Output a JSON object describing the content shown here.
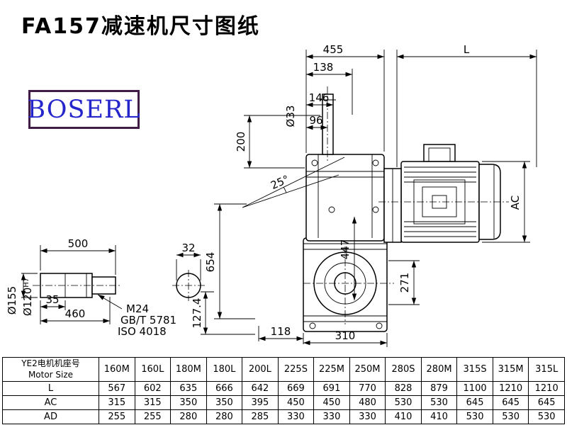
{
  "page": {
    "title": "FA157减速机尺寸图纸"
  },
  "logo": {
    "text": "BOSERL"
  },
  "colors": {
    "line": "#000000",
    "logo_text": "#2525cc",
    "logo_border": "#401c46"
  },
  "drawing": {
    "dims": {
      "dim_455": "455",
      "dim_L": "L",
      "dim_138": "138",
      "dim_146": "146",
      "dim_96": "96",
      "dim_d33": "Ø33",
      "dim_200": "200",
      "dim_25deg": "25°",
      "dim_654": "654",
      "dim_447": "447",
      "dim_AC": "AC",
      "dim_271": "271",
      "dim_118": "118",
      "dim_310": "310",
      "dim_127_4": "127.4",
      "dim_500": "500",
      "dim_32": "32",
      "dim_35": "35",
      "dim_460": "460",
      "dim_d155": "Ø155",
      "dim_d120": "Ø120",
      "dim_d120_tol": "H7",
      "thread_m24": "M24",
      "std_gb": "GB/T 5781",
      "std_iso": "ISO 4018"
    }
  },
  "table": {
    "header": {
      "line1": "YE2电机机座号",
      "line2": "Motor Size"
    },
    "columns": [
      "160M",
      "160L",
      "180M",
      "180L",
      "200L",
      "225S",
      "225M",
      "250M",
      "280S",
      "280M",
      "315S",
      "315M",
      "315L"
    ],
    "rows": [
      {
        "label": "L",
        "values": [
          "567",
          "602",
          "635",
          "666",
          "642",
          "669",
          "691",
          "770",
          "828",
          "879",
          "1100",
          "1210",
          "1210"
        ]
      },
      {
        "label": "AC",
        "values": [
          "315",
          "315",
          "350",
          "350",
          "395",
          "450",
          "450",
          "480",
          "530",
          "530",
          "645",
          "645",
          "645"
        ]
      },
      {
        "label": "AD",
        "values": [
          "255",
          "255",
          "280",
          "280",
          "285",
          "330",
          "330",
          "330",
          "410",
          "410",
          "530",
          "530",
          "530"
        ]
      }
    ]
  }
}
